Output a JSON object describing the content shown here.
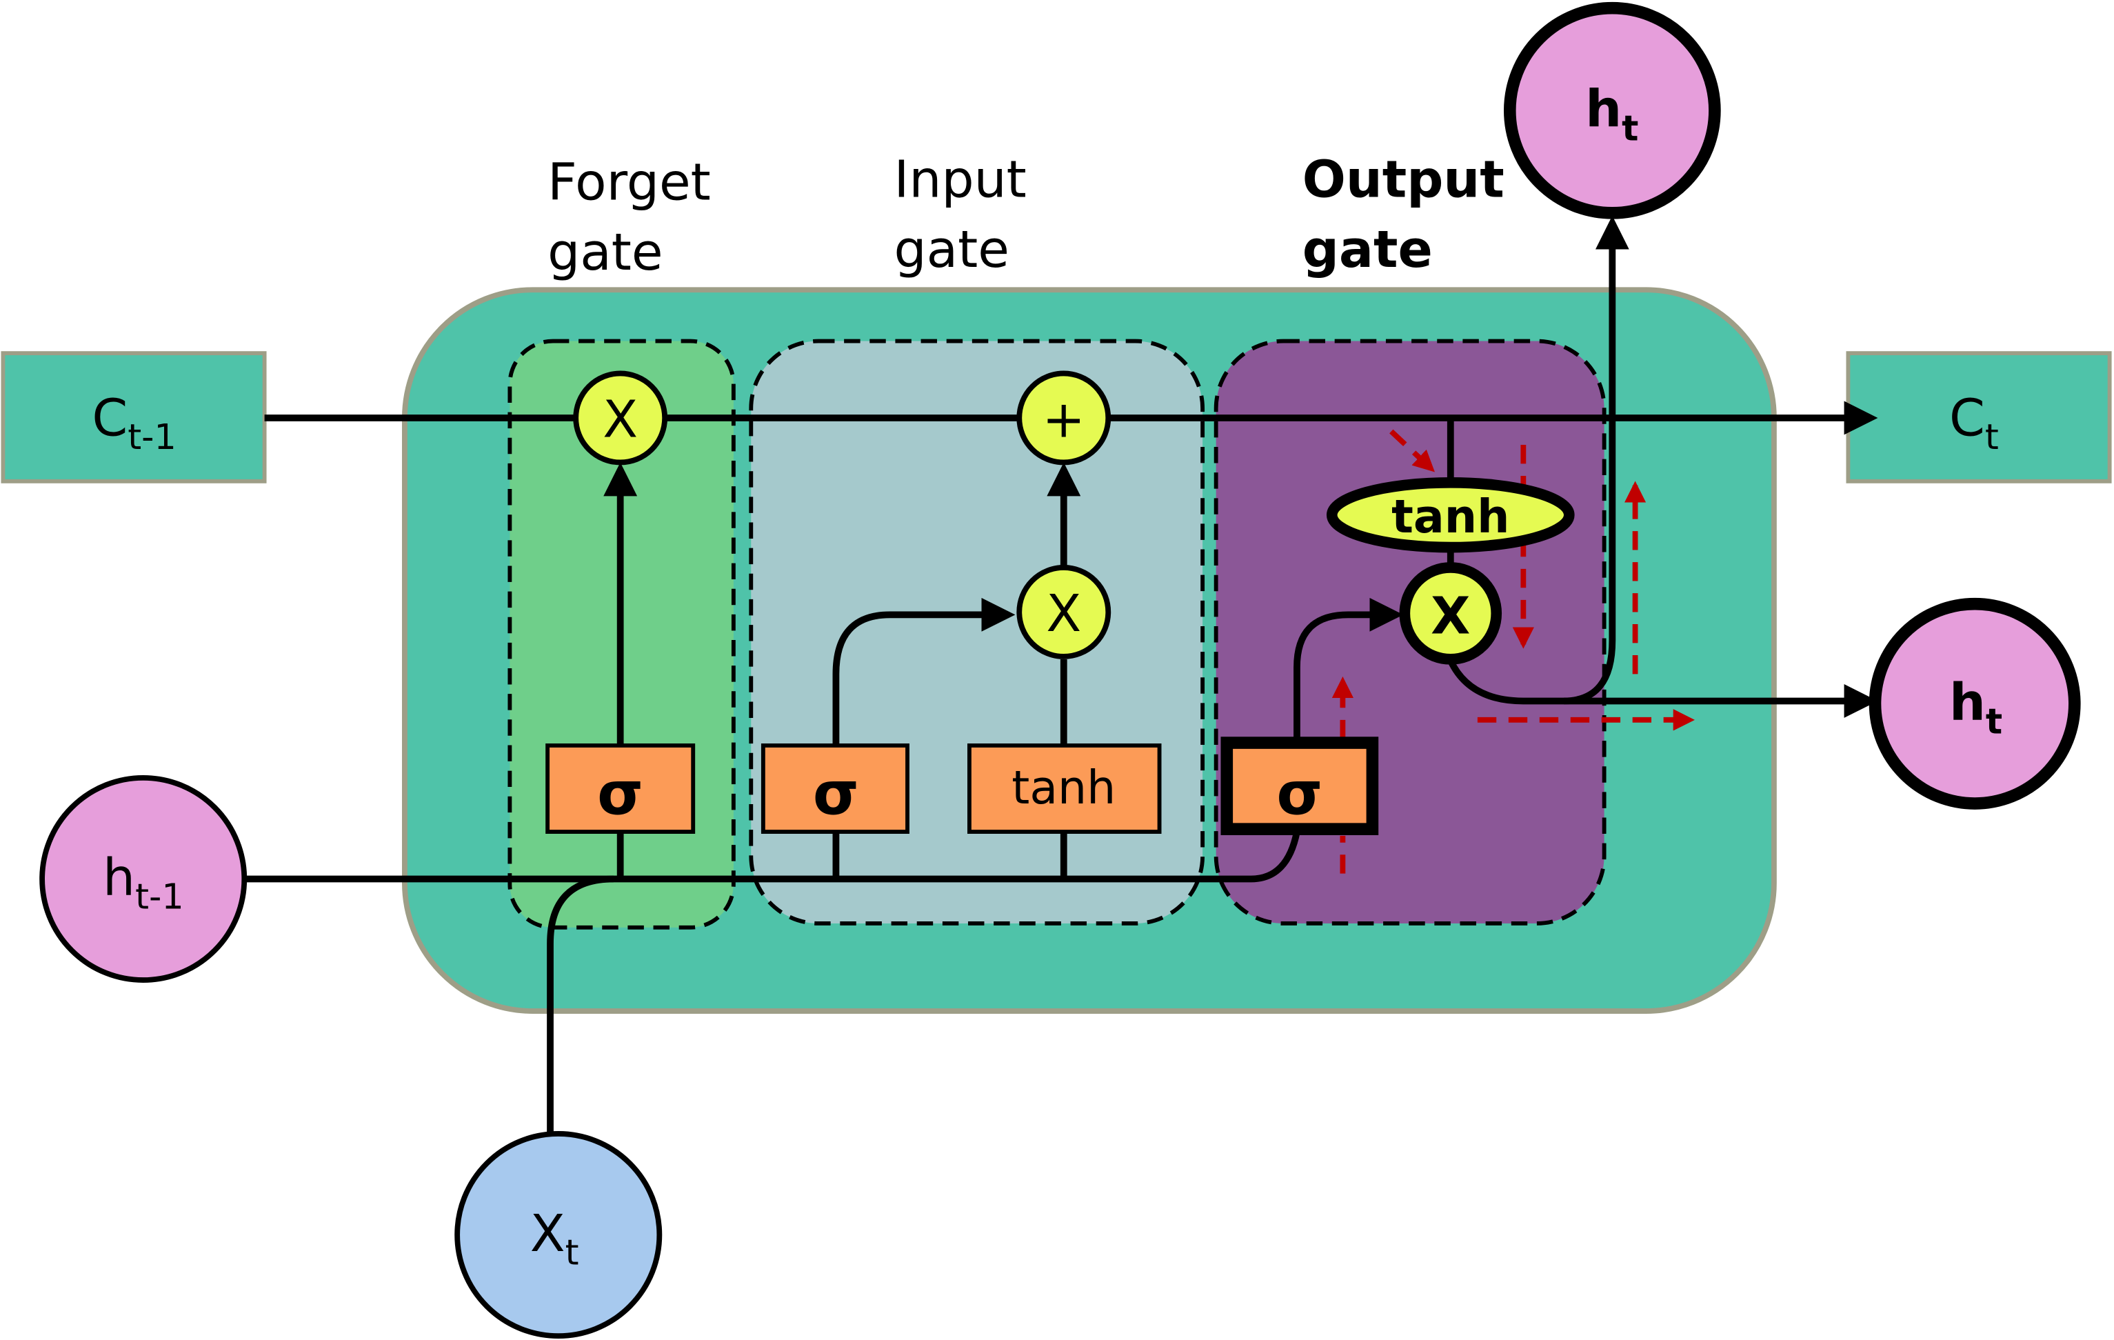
{
  "labels": {
    "forget_gate": [
      "Forget",
      "gate"
    ],
    "input_gate": [
      "Input",
      "gate"
    ],
    "output_gate": [
      "Output",
      "gate"
    ]
  },
  "nodes": {
    "c_prev": {
      "main": "C",
      "sub": "t-1"
    },
    "c_next": {
      "main": "C",
      "sub": "t"
    },
    "h_prev": {
      "main": "h",
      "sub": "t-1"
    },
    "x_t": {
      "main": "X",
      "sub": "t"
    },
    "h_top": {
      "main": "h",
      "sub": "t"
    },
    "h_right": {
      "main": "h",
      "sub": "t"
    }
  },
  "ops": {
    "forget_mult": "X",
    "input_add": "+",
    "input_mult": "X",
    "output_mult": "X",
    "output_tanh": "tanh"
  },
  "layers": {
    "forget_sigma": "σ",
    "input_sigma": "σ",
    "input_tanh": "tanh",
    "output_sigma": "σ"
  },
  "colors": {
    "cell": "#4FC3A9",
    "forget": "#6FCF8A",
    "input": "#A5C9CC",
    "output": "#8B5797",
    "op": "#E5FA52",
    "layer": "#FC9B57",
    "hidden": "#E69EDB",
    "input_node": "#A7C9EE",
    "highlight_arrows": "#C00000"
  }
}
